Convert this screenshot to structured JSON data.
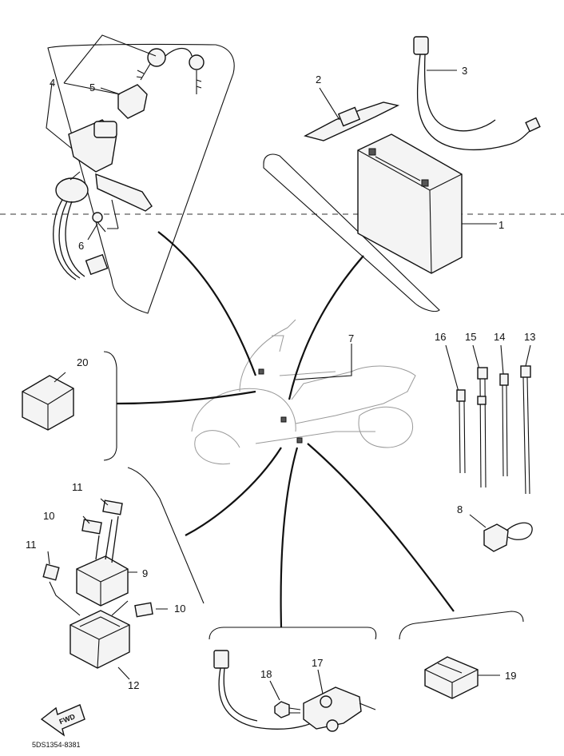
{
  "callouts": {
    "c1": "1",
    "c2": "2",
    "c3": "3",
    "c4": "4",
    "c5": "5",
    "c6": "6",
    "c7": "7",
    "c8": "8",
    "c9": "9",
    "c10a": "10",
    "c10b": "10",
    "c11a": "11",
    "c11b": "11",
    "c12": "12",
    "c13": "13",
    "c14": "14",
    "c15": "15",
    "c16": "16",
    "c17": "17",
    "c18": "18",
    "c19": "19",
    "c20": "20"
  },
  "fwd_label": "FWD",
  "drawing_code": "5DS1354-8381"
}
